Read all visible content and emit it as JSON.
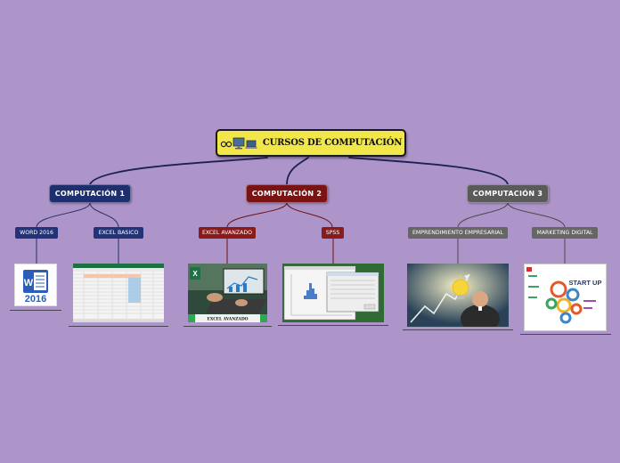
{
  "canvas_background": "#ad94c9",
  "root": {
    "title": "CURSOS DE COMPUTACIÓN",
    "icons": [
      "glasses-icon",
      "desktop-computer-icon",
      "laptop-icon"
    ]
  },
  "branches": [
    {
      "label": "COMPUTACIÓN 1",
      "color": "#1e2f6e",
      "topics": [
        {
          "label": "WORD 2016",
          "image": "word-2016-logo"
        },
        {
          "label": "EXCEL BASICO",
          "image": "excel-spreadsheet-screenshot"
        }
      ]
    },
    {
      "label": "COMPUTACIÓN 2",
      "color": "#7a1414",
      "topics": [
        {
          "label": "EXCEL AVANZADO",
          "image": "excel-advanced-laptop-photo",
          "caption": "EXCEL AVANZADO"
        },
        {
          "label": "SPSS",
          "image": "spss-software-screenshot"
        }
      ]
    },
    {
      "label": "COMPUTACIÓN 3",
      "color": "#5a5a5a",
      "topics": [
        {
          "label": "EMPRENDIMIENTO EMPRESARIAL",
          "image": "lightbulb-idea-illustration"
        },
        {
          "label": "MARKETING DIGITAL",
          "image": "startup-gears-illustration"
        }
      ]
    }
  ],
  "word_logo_text": "2016",
  "word_logo_letter": "W",
  "excel_logo_letter": "X",
  "startup_text": "START UP"
}
